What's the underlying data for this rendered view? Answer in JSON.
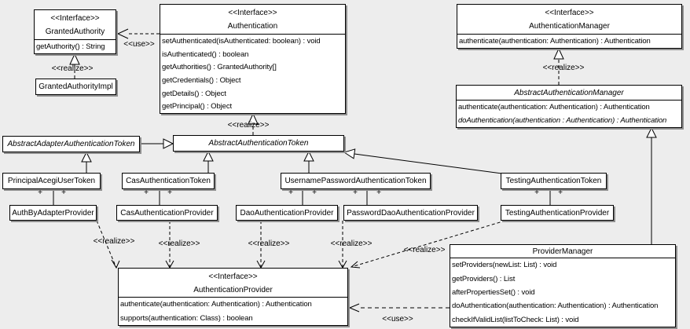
{
  "labels": {
    "use": "<<use>>",
    "realize": "<<realize>>",
    "plus": "+"
  },
  "classes": {
    "granted_authority": {
      "stereotype": "<<Interface>>",
      "name": "GrantedAuthority",
      "methods": [
        "getAuthority() : String"
      ]
    },
    "granted_authority_impl": {
      "name": "GrantedAuthorityImpl"
    },
    "authentication": {
      "stereotype": "<<Interface>>",
      "name": "Authentication",
      "methods": [
        "setAuthenticated(isAuthenticated: boolean) : void",
        "isAuthenticated() : boolean",
        "getAuthorities() : GrantedAuthority[]",
        "getCredentials() : Object",
        "getDetails() : Object",
        "getPrincipal() : Object"
      ]
    },
    "authentication_manager": {
      "stereotype": "<<Interface>>",
      "name": "AuthenticationManager",
      "methods": [
        "authenticate(authentication: Authentication) : Authentication"
      ]
    },
    "abstract_authentication_manager": {
      "name": "AbstractAuthenticationManager",
      "methods": [
        "authenticate(authentication: Authentication) : Authentication",
        "doAuthentication(authentication : Authentication) : Authentication"
      ]
    },
    "abstract_adapter_authentication_token": {
      "name": "AbstractAdapterAuthenticationToken"
    },
    "abstract_authentication_token": {
      "name": "AbstractAuthenticationToken"
    },
    "principal_acegi_user_token": {
      "name": "PrincipalAcegiUserToken"
    },
    "cas_authentication_token": {
      "name": "CasAuthenticationToken"
    },
    "username_password_authentication_token": {
      "name": "UsernamePasswordAuthenticationToken"
    },
    "testing_authentication_token": {
      "name": "TestingAuthenticationToken"
    },
    "auth_by_adapter_provider": {
      "name": "AuthByAdapterProvider"
    },
    "cas_authentication_provider": {
      "name": "CasAuthenticationProvider"
    },
    "dao_authentication_provider": {
      "name": "DaoAuthenticationProvider"
    },
    "password_dao_authentication_provider": {
      "name": "PasswordDaoAuthenticationProvider"
    },
    "testing_authentication_provider": {
      "name": "TestingAuthenticationProvider"
    },
    "authentication_provider": {
      "stereotype": "<<Interface>>",
      "name": "AuthenticationProvider",
      "methods": [
        "authenticate(authentication: Authentication) : Authentication",
        "supports(authentication: Class) : boolean"
      ]
    },
    "provider_manager": {
      "name": "ProviderManager",
      "methods": [
        "setProviders(newList: List) : void",
        "getProviders() : List",
        "afterPropertiesSet() : void",
        "doAuthentication(authentication: Authentication) : Authentication",
        "checkIfValidList(listToCheck: List) : void"
      ]
    }
  },
  "colors": {
    "background": "#ededed",
    "box_fill": "#ffffff",
    "box_border": "#000000",
    "shadow": "#8f8f8f"
  }
}
